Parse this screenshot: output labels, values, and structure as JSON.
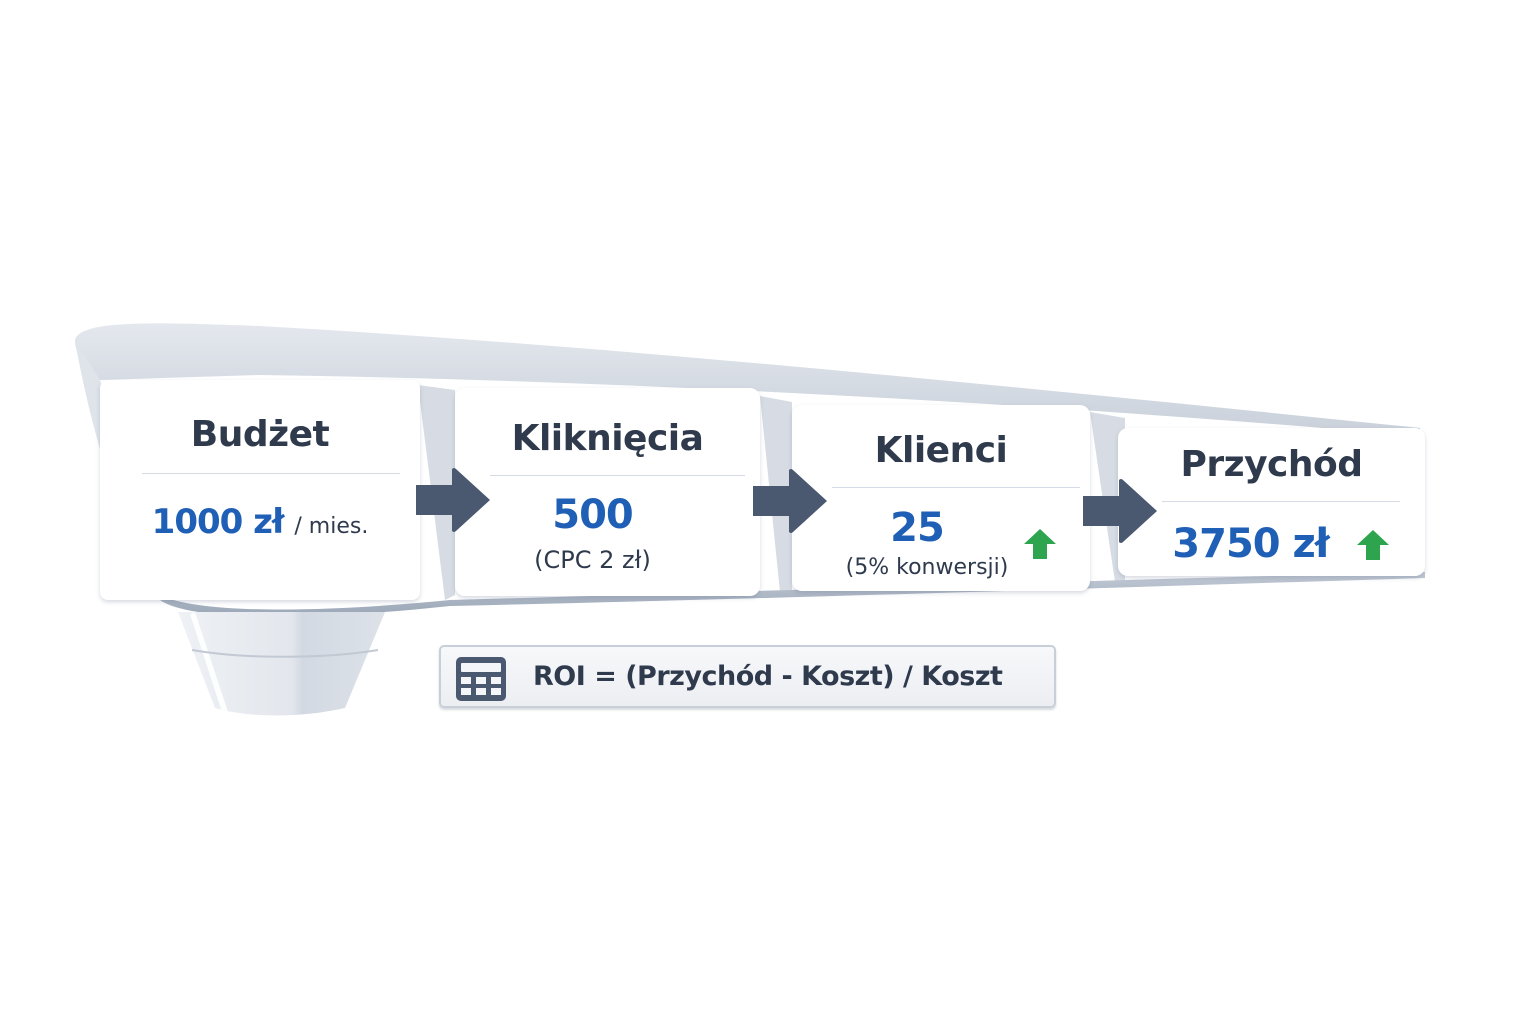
{
  "stages": [
    {
      "title": "Budżet",
      "value": "1000 zł",
      "unit": "/ mies.",
      "note": "",
      "trend": ""
    },
    {
      "title": "Kliknięcia",
      "value": "500",
      "unit": "",
      "note": "(CPC 2 zł)",
      "trend": ""
    },
    {
      "title": "Klienci",
      "value": "25",
      "unit": "",
      "note": "(5% konwersji)",
      "trend": "up"
    },
    {
      "title": "Przychód",
      "value": "3750 zł",
      "unit": "",
      "note": "",
      "trend": "up"
    }
  ],
  "formula": {
    "icon": "calculator-icon",
    "text": "ROI = (Przychód - Koszt) / Koszt"
  },
  "colors": {
    "title": "#2f3a4d",
    "value": "#1f5fb5",
    "arrow": "#4a5870",
    "trend_up": "#2ea44f",
    "funnel": "#d8dde6"
  }
}
